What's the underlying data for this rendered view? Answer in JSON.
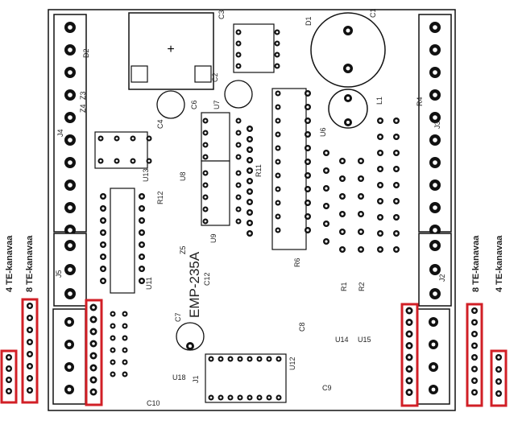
{
  "board": {
    "title": "EMP-235A",
    "labels": {
      "four_left": "4 TE-kanavaa",
      "eight_left": "8 TE-kanavaa",
      "eight_right": "8 TE-kanavaa",
      "four_right": "4 TE-kanavaa"
    },
    "components": {
      "j1": "J1",
      "j2": "J2",
      "j3": "J3",
      "j4": "J4",
      "j5": "J5",
      "c1": "C1",
      "c2": "C2",
      "c3": "C3",
      "c4": "C4",
      "c6": "C6",
      "c7": "C7",
      "c8": "C8",
      "c9": "C9",
      "c10": "C10",
      "c12": "C12",
      "d1": "D1",
      "d2": "D2",
      "l1": "L1",
      "u6": "U6",
      "u7": "U7",
      "u8": "U8",
      "u9": "U9",
      "u11": "U11",
      "u12": "U12",
      "u13": "U13",
      "u14": "U14",
      "u15": "U15",
      "u18": "U18",
      "r1": "R1",
      "r2": "R2",
      "r4": "R4",
      "r6": "R6",
      "r11": "R11",
      "r12": "R12",
      "z3": "Z3",
      "z4": "Z4",
      "z5": "Z5"
    }
  },
  "colors": {
    "board": "#ffffff",
    "outline": "#111111",
    "highlight": "#d11f26",
    "text": "#222222"
  }
}
